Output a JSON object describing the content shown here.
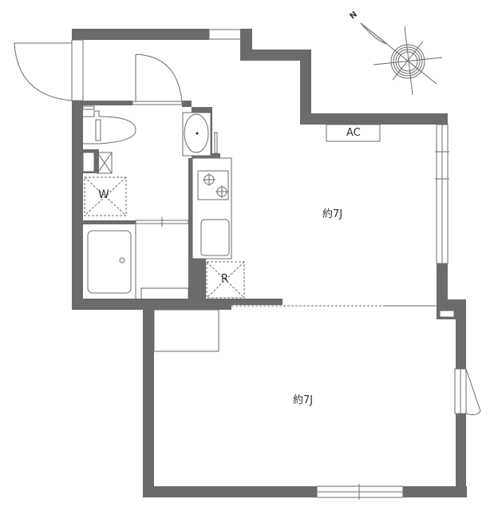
{
  "floorplan": {
    "rooms": [
      {
        "id": "room-north",
        "label": "約7J"
      },
      {
        "id": "room-south",
        "label": "約7J"
      }
    ],
    "fixtures": {
      "air_conditioner": "AC",
      "washer": "W",
      "refrigerator": "R"
    },
    "compass": {
      "north_label": "N"
    },
    "colors": {
      "wall": "#6b6b6b",
      "line": "#6b6b6b",
      "background": "#ffffff"
    }
  }
}
